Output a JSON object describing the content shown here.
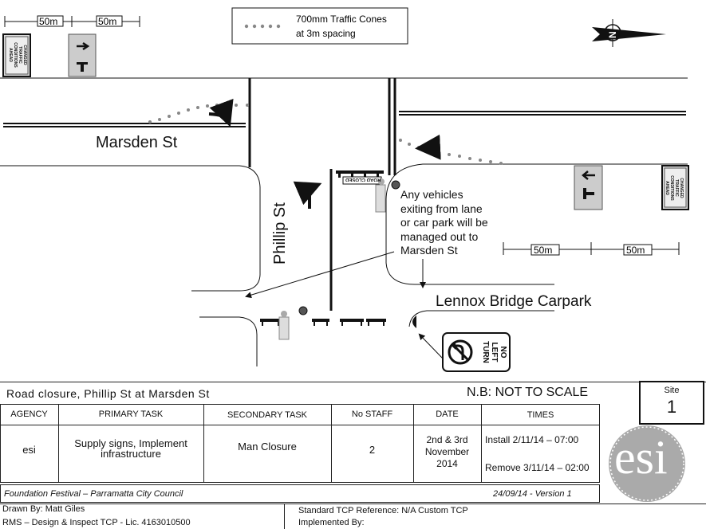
{
  "legend": {
    "cones_label_line1": "700mm Traffic Cones",
    "cones_label_line2": "at 3m spacing"
  },
  "map": {
    "scale_label": "50m",
    "streets": {
      "marsden": "Marsden St",
      "phillip": "Phillip St",
      "lennox": "Lennox Bridge Carpark"
    },
    "note_lines": [
      "Any vehicles",
      "exiting from lane",
      "or car park will be",
      "managed out to",
      "Marsden St"
    ],
    "sign_changed": [
      "CHANGED",
      "TRAFFIC",
      "CONDITIONS",
      "AHEAD"
    ],
    "sign_road_closed": "ROAD CLOSED",
    "no_left_turn": [
      "NO",
      "LEFT",
      "TURN"
    ]
  },
  "title_block": {
    "title": "Road closure, Phillip St at Marsden St",
    "scale_note": "N.B: NOT TO SCALE",
    "site_label": "Site",
    "site_number": "1",
    "headers": {
      "agency": "AGENCY",
      "primary": "PRIMARY TASK",
      "secondary": "SECONDARY TASK",
      "staff": "No STAFF",
      "date": "DATE",
      "times": "TIMES"
    },
    "row": {
      "agency": "esi",
      "primary_line1": "Supply signs, Implement",
      "primary_line2": "infrastructure",
      "secondary": "Man Closure",
      "staff": "2",
      "date_line1": "2nd & 3rd",
      "date_line2": "November",
      "date_line3": "2014",
      "install": "Install 2/11/14 – 07:00",
      "remove": "Remove 3/11/14 – 02:00"
    },
    "event": "Foundation Festival – Parramatta City Council",
    "version": "24/09/14 - Version 1",
    "drawn_by": "Drawn By: Matt Giles",
    "rms": "RMS – Design & Inspect TCP - Lic. 4163010500",
    "std_ref": "Standard TCP Reference:  N/A Custom TCP",
    "implemented_by": "Implemented By:",
    "logo_text": "esi"
  }
}
